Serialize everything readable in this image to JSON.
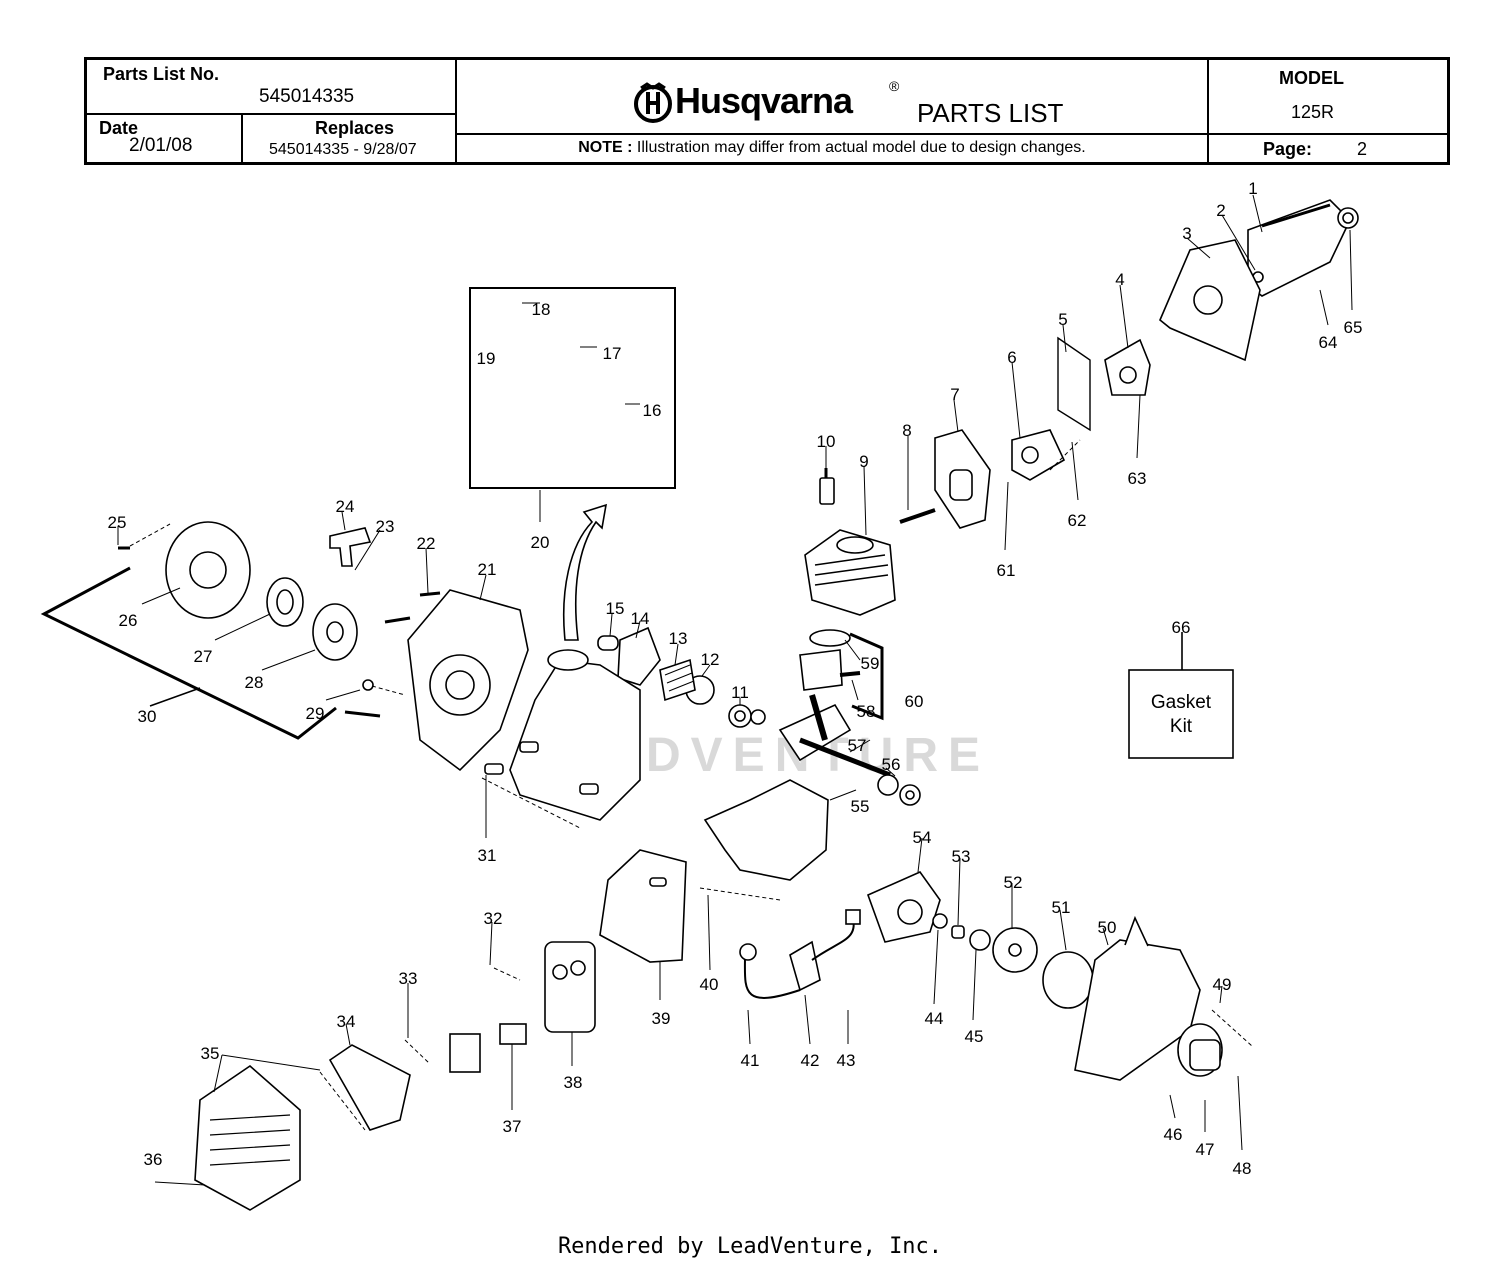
{
  "header": {
    "parts_list_label": "Parts List No.",
    "parts_list_no": "545014335",
    "date_label": "Date",
    "date": "2/01/08",
    "replaces_label": "Replaces",
    "replaces": "545014335 - 9/28/07",
    "brand": "Husqvarna",
    "registered": "®",
    "title": "PARTS LIST",
    "note_label": "NOTE :",
    "note": "Illustration may differ from actual model due to design changes.",
    "model_label": "MODEL",
    "model": "125R",
    "page_label": "Page:",
    "page": "2"
  },
  "diagram": {
    "gasket_kit_line1": "Gasket",
    "gasket_kit_line2": "Kit",
    "part_numbers": [
      "1",
      "2",
      "3",
      "4",
      "5",
      "6",
      "7",
      "8",
      "9",
      "10",
      "11",
      "12",
      "13",
      "14",
      "15",
      "16",
      "17",
      "18",
      "19",
      "20",
      "21",
      "22",
      "23",
      "24",
      "25",
      "26",
      "27",
      "28",
      "29",
      "30",
      "31",
      "32",
      "33",
      "34",
      "35",
      "36",
      "37",
      "38",
      "39",
      "40",
      "41",
      "42",
      "43",
      "44",
      "45",
      "46",
      "47",
      "48",
      "49",
      "50",
      "51",
      "52",
      "53",
      "54",
      "55",
      "56",
      "57",
      "58",
      "59",
      "60",
      "61",
      "62",
      "63",
      "64",
      "65",
      "66"
    ]
  },
  "watermark": "LEADVENTURE",
  "footer": "Rendered by LeadVenture, Inc."
}
